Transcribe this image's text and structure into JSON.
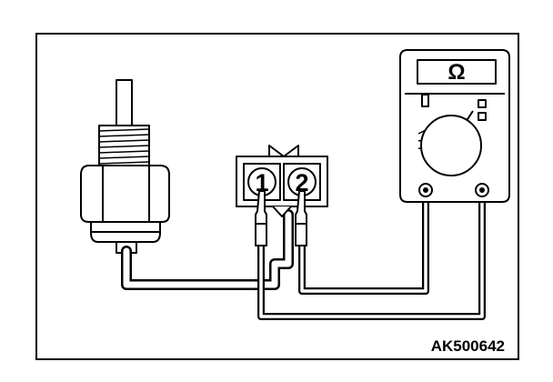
{
  "figure": {
    "code": "AK500642"
  },
  "meter": {
    "display_symbol": "Ω"
  },
  "connector": {
    "terminals": [
      "1",
      "2"
    ]
  },
  "colors": {
    "line": "#000000",
    "background": "#ffffff"
  }
}
